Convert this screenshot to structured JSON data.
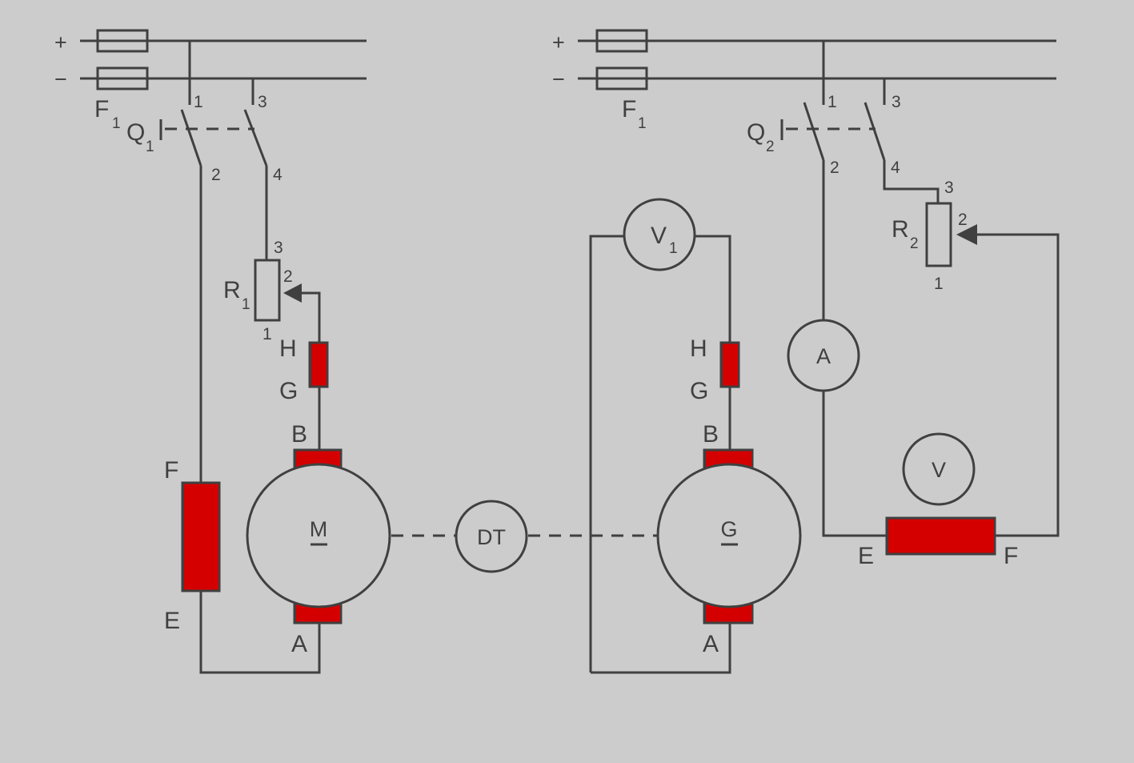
{
  "diagram": {
    "bus_plus": "+",
    "bus_minus": "−",
    "fuse_letter": "F",
    "fuse_sub": "1",
    "switch_letter": "Q",
    "q1_sub": "1",
    "q2_sub": "2",
    "resistor_letter": "R",
    "r1_sub": "1",
    "r2_sub": "2",
    "voltmeter_letter": "V",
    "v1_sub": "1",
    "pin_1": "1",
    "pin_2": "2",
    "pin_3": "3",
    "pin_4": "4",
    "term_H": "H",
    "term_G": "G",
    "term_B": "B",
    "term_A": "A",
    "term_E": "E",
    "term_F": "F",
    "motor": "M",
    "generator": "G",
    "tacho": "DT",
    "ammeter": "A",
    "voltmeter": "V"
  },
  "colors": {
    "background": "#cccccc",
    "line": "#404040",
    "winding": "#d40000"
  }
}
